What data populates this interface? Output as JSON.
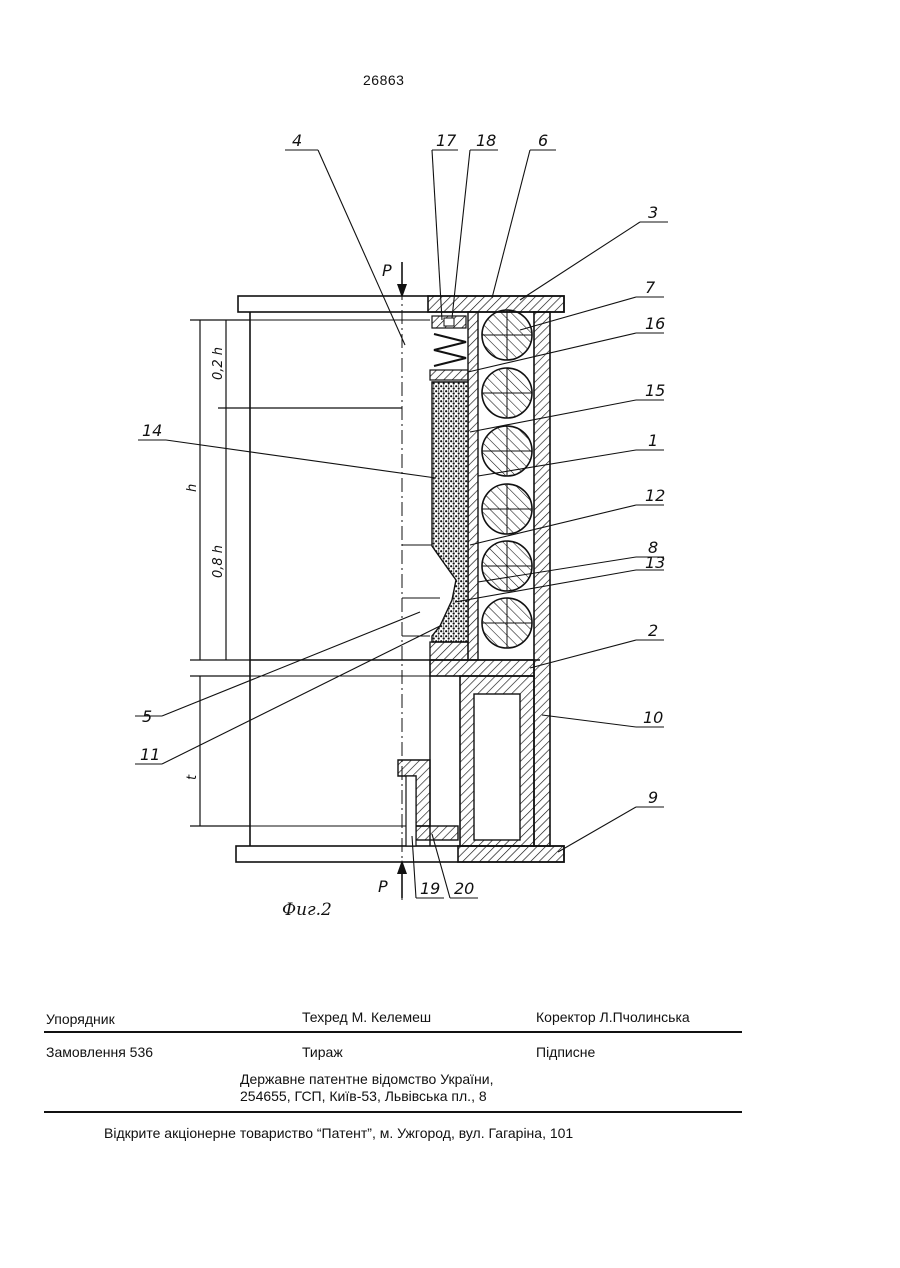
{
  "page": {
    "number": "26863"
  },
  "figure": {
    "caption": "Фиг.2",
    "force_labels": [
      "P",
      "P"
    ],
    "dimension_labels": [
      "0,2 h",
      "h",
      "0,8 h",
      "t"
    ],
    "callouts": [
      "4",
      "17",
      "18",
      "6",
      "3",
      "7",
      "16",
      "15",
      "1",
      "14",
      "12",
      "8",
      "13",
      "2",
      "5",
      "11",
      "10",
      "9",
      "19",
      "20"
    ]
  },
  "imprint": {
    "compiler": "Упорядник",
    "tech_editor": "Техред М. Келемеш",
    "proofreader": "Коректор Л.Пчолинська",
    "order": "Замовлення 536",
    "circulation": "Тираж",
    "subscription": "Підписне",
    "office_line1": "Державне патентне відомство України,",
    "office_line2": "254655, ГСП, Київ-53, Львівська пл., 8",
    "publisher": "Відкрите акціонерне товариство “Патент”, м. Ужгород, вул. Гагаріна, 101"
  }
}
